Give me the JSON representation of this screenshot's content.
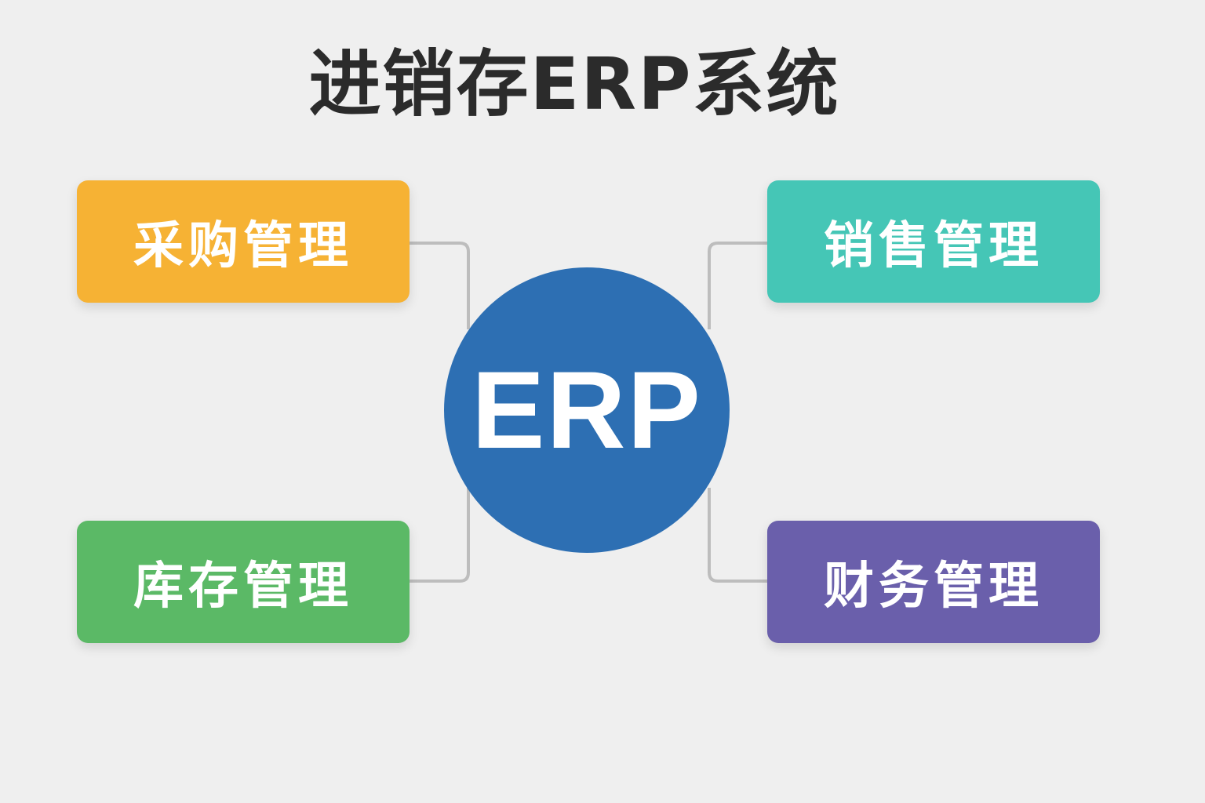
{
  "title": "进销存ERP系统",
  "hub": {
    "label": "ERP",
    "color": "#2d6fb3"
  },
  "modules": [
    {
      "id": "purchase",
      "label": "采购管理",
      "color": "#f6b234"
    },
    {
      "id": "sales",
      "label": "销售管理",
      "color": "#45c6b6"
    },
    {
      "id": "inventory",
      "label": "库存管理",
      "color": "#5bb966"
    },
    {
      "id": "finance",
      "label": "财务管理",
      "color": "#6a5fab"
    }
  ],
  "connector_color": "#bdbdbd",
  "background": "#efefef"
}
